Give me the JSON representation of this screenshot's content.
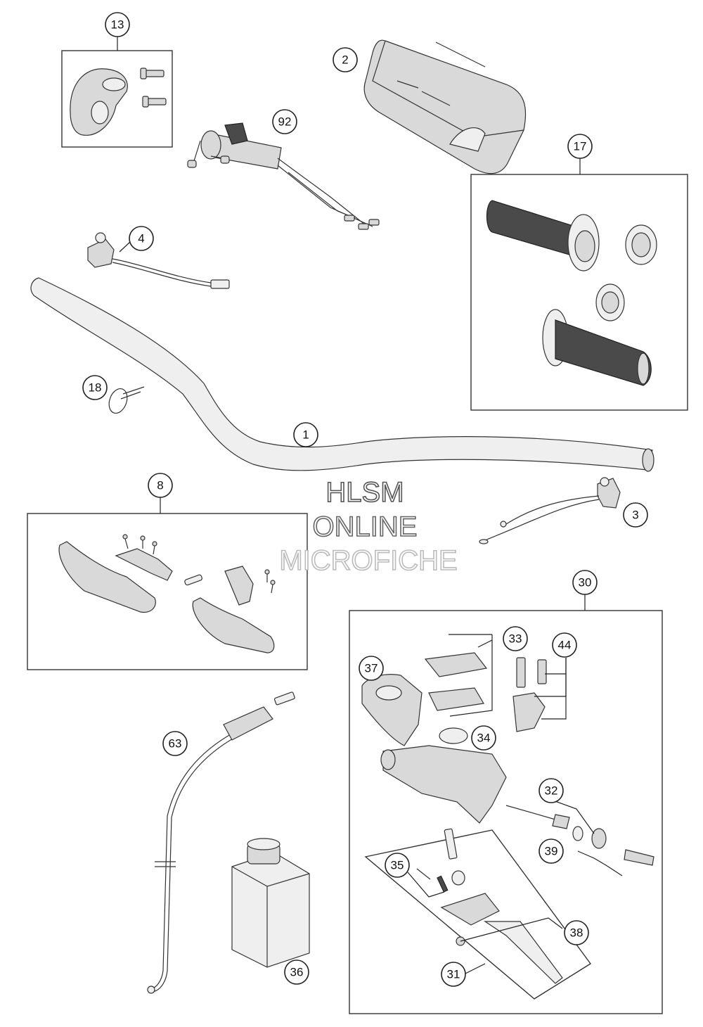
{
  "diagram": {
    "callouts": [
      "1",
      "2",
      "3",
      "4",
      "8",
      "13",
      "17",
      "18",
      "30",
      "31",
      "32",
      "33",
      "34",
      "35",
      "36",
      "37",
      "38",
      "39",
      "44",
      "63",
      "92"
    ]
  },
  "watermark": {
    "line1": "HLSM",
    "line2": "ONLINE",
    "line3": "MICROFICHE"
  },
  "colors": {
    "stroke": "#333333",
    "fill": "#d9d9d9",
    "grip_dark": "#4a4a4a",
    "background": "#ffffff"
  }
}
